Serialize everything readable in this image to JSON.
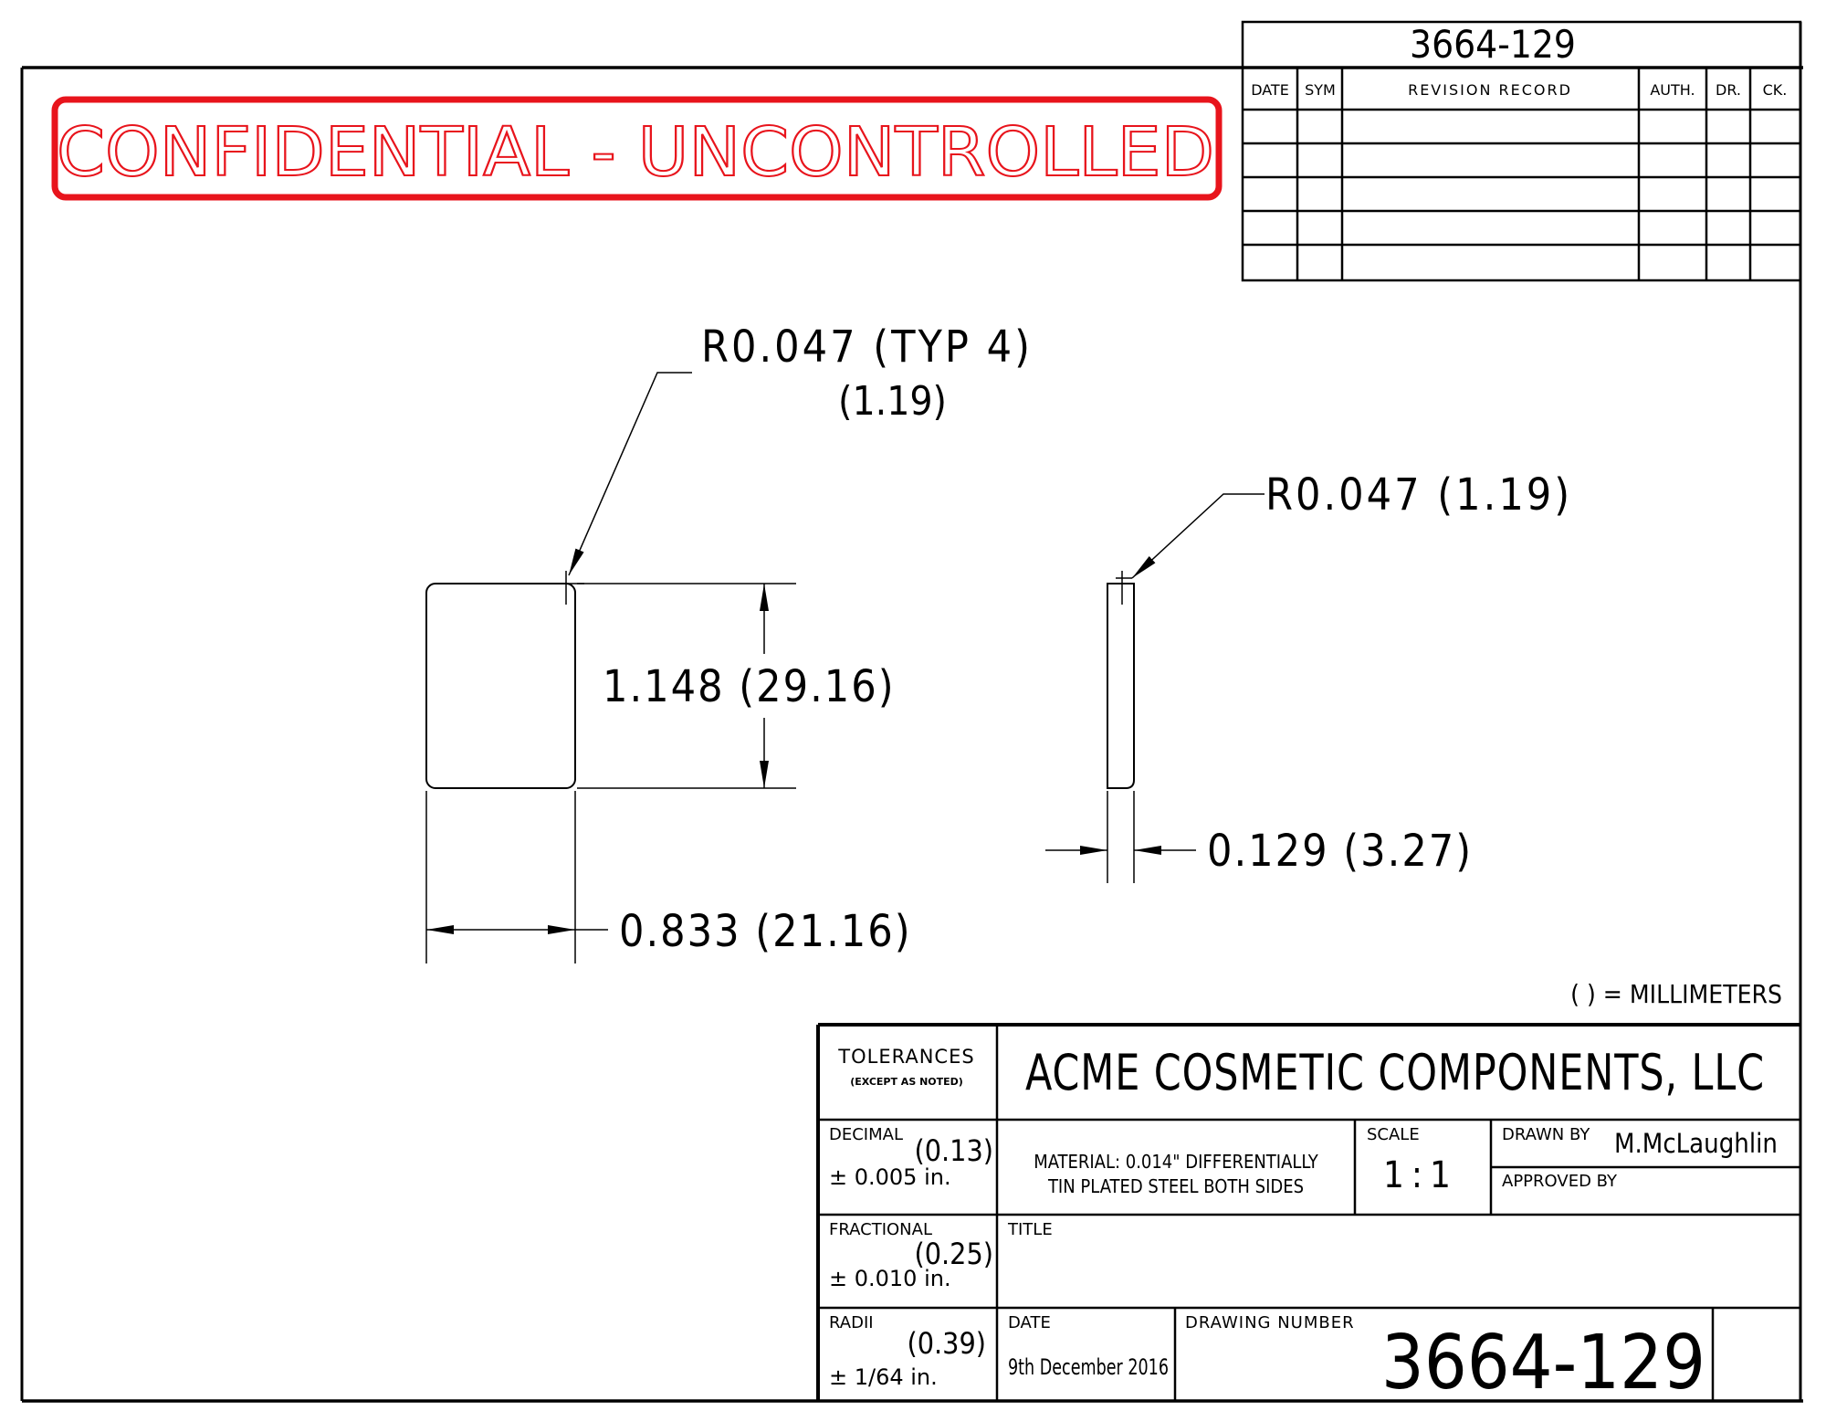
{
  "header": {
    "drawing_number_top": "3664-129"
  },
  "revision_table": {
    "columns": [
      "DATE",
      "SYM",
      "REVISION RECORD",
      "AUTH.",
      "DR.",
      "CK."
    ],
    "rows": [
      [
        "",
        "",
        "",
        "",
        "",
        ""
      ],
      [
        "",
        "",
        "",
        "",
        "",
        ""
      ],
      [
        "",
        "",
        "",
        "",
        "",
        ""
      ],
      [
        "",
        "",
        "",
        "",
        "",
        ""
      ],
      [
        "",
        "",
        "",
        "",
        "",
        ""
      ]
    ]
  },
  "stamp": {
    "text": "CONFIDENTIAL - UNCONTROLLED",
    "color": "#e8141c"
  },
  "dimensions": {
    "corner_radius_typ": "R0.047 (TYP 4)",
    "corner_radius_typ_mm": "(1.19)",
    "side_radius": "R0.047 (1.19)",
    "height": "1.148 (29.16)",
    "width": "0.833 (21.16)",
    "thickness": "0.129 (3.27)"
  },
  "units_note": "( ) = MILLIMETERS",
  "title_block": {
    "company": "ACME COSMETIC COMPONENTS, LLC",
    "tolerances_label": "TOLERANCES",
    "tolerances_sub": "(EXCEPT AS NOTED)",
    "decimal_label": "DECIMAL",
    "decimal_mm": "(0.13)",
    "decimal_value": "± 0.005 in.",
    "fractional_label": "FRACTIONAL",
    "fractional_mm": "(0.25)",
    "fractional_value": "± 0.010 in.",
    "radii_label": "RADII",
    "radii_mm": "(0.39)",
    "radii_value": "± 1/64 in.",
    "material_line1": "MATERIAL: 0.014\" DIFFERENTIALLY",
    "material_line2": "TIN PLATED STEEL BOTH SIDES",
    "scale_label": "SCALE",
    "scale_value": "1:1",
    "drawn_by_label": "DRAWN BY",
    "drawn_by_value": "M.McLaughlin",
    "approved_by_label": "APPROVED BY",
    "approved_by_value": "",
    "title_label": "TITLE",
    "title_value": "",
    "date_label": "DATE",
    "date_value": "9th December 2016",
    "drawing_number_label": "DRAWING NUMBER",
    "drawing_number_value": "3664-129"
  }
}
